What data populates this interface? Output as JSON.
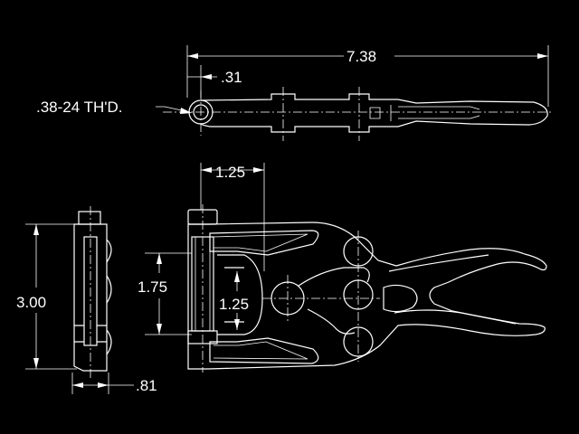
{
  "drawing": {
    "background": "#000000",
    "line_color": "#ffffff",
    "dimensions": {
      "overall_length": "7.38",
      "eye_offset": ".31",
      "thread": ".38-24 TH'D.",
      "pivot_spacing_top": "1.25",
      "height_inner": "1.75",
      "pivot_spacing_mid": "1.25",
      "overall_height": "3.00",
      "side_width": ".81"
    }
  }
}
